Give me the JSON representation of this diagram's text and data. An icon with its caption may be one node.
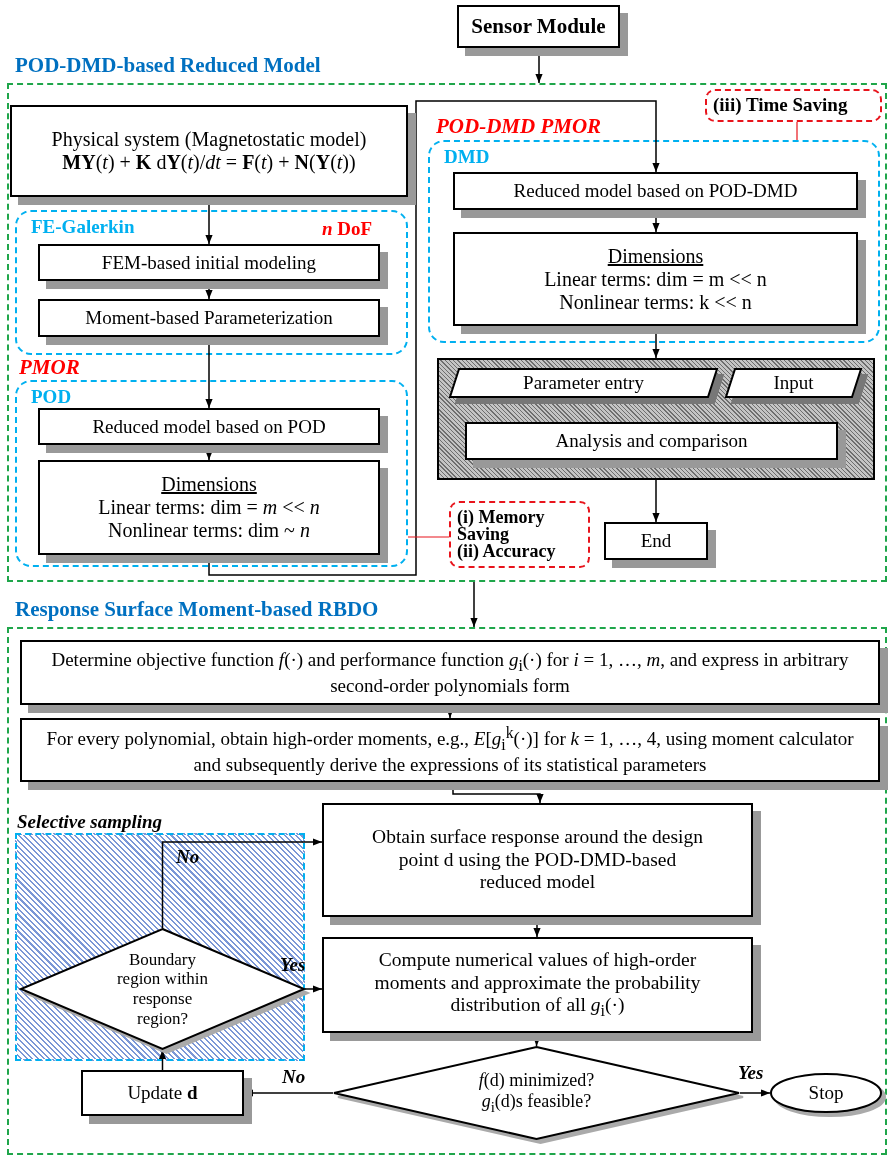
{
  "diagram": {
    "nodes": [
      {
        "text": [
          "Sensor Module"
        ]
      },
      {
        "text": [
          "POD-DMD-based Reduced Model"
        ]
      },
      {
        "text": [
          "Physical system (Magnetostatic model)",
          "**MY**(*t*) + **K** d**Y**(*t*)/*dt* = **F**(*t*) + **N**(**Y**(*t*))"
        ],
        "in": 1
      },
      {
        "text": [
          "FE-Galerkin",
          "*n* DoF"
        ],
        "in": 1
      },
      {
        "text": [
          "FEM-based initial modeling"
        ],
        "in": 3
      },
      {
        "text": [
          "Moment-based Parameterization"
        ],
        "in": 3
      },
      {
        "text": [
          "PMOR",
          "POD"
        ],
        "in": 1
      },
      {
        "text": [
          "Reduced model based on POD"
        ],
        "in": 6
      },
      {
        "text": [
          "Dimensions",
          "Linear terms: dim = *m* << *n*",
          "Nonlinear terms: dim ~ *n*"
        ],
        "in": 6
      },
      {
        "text": [
          "POD-DMD PMOR",
          "DMD"
        ],
        "in": 1
      },
      {
        "text": [
          "Reduced model based on POD-DMD"
        ],
        "in": 9
      },
      {
        "text": [
          "Dimensions",
          "Linear terms: dim = m << n",
          "Nonlinear terms: k << n"
        ],
        "in": 9
      },
      {
        "text": [],
        "shape": "box",
        "in": 1
      },
      {
        "text": [
          "Parameter entry"
        ],
        "in": 12
      },
      {
        "text": [
          "Input"
        ],
        "in": 12
      },
      {
        "text": [
          "Analysis and comparison"
        ],
        "in": 12
      },
      {
        "text": [
          "End"
        ],
        "in": 1
      },
      {
        "text": [
          "(i) Memory Saving",
          "(ii) Accuracy"
        ],
        "in": 1
      },
      {
        "text": [
          "(iii) Time Saving"
        ],
        "in": 1
      },
      {
        "text": [
          "Response Surface Moment-based RBDO"
        ]
      },
      {
        "text": [
          "Determine objective function *f*(·) and performance function *g*$_{i}$(·) for *i* = 1, …, *m*, and express in arbitrary second-order polynomials form"
        ],
        "in": 19
      },
      {
        "text": [
          "For every polynomial, obtain high-order moments, e.g., *E*[*g*$_{i}$$^{k}$(·)] for *k* = 1, …, 4, using moment calculator and subsequently derive the expressions of its statistical parameters"
        ],
        "in": 19
      },
      {
        "text": [
          "Selective sampling"
        ],
        "in": 19
      },
      {
        "text": [
          "Obtain surface response around the design point d using the POD-DMD-based reduced model"
        ],
        "in": 19
      },
      {
        "text": [
          "Boundary region within response region?"
        ],
        "in": 22
      },
      {
        "text": [
          "Compute numerical values of high-order moments and approximate the probability distribution of all *g*$_{i}$(·)"
        ],
        "in": 19
      },
      {
        "text": [
          "*f*(d) minimized? *g*$_{i}$(d)s feasible?"
        ],
        "in": 19
      },
      {
        "text": [
          "Update **d**"
        ],
        "in": 19
      },
      {
        "text": [
          "Stop"
        ],
        "in": 19
      }
    ],
    "edges": [
      {
        "from": 0,
        "to": 1,
        "arrow": "to"
      },
      {
        "from": 2,
        "to": 4,
        "arrow": "to"
      },
      {
        "from": 4,
        "to": 5,
        "arrow": "to"
      },
      {
        "from": 5,
        "to": 7,
        "arrow": "to"
      },
      {
        "from": 7,
        "to": 8,
        "arrow": "to"
      },
      {
        "from": 8,
        "to": 10,
        "arrow": "to"
      },
      {
        "from": 10,
        "to": 11,
        "arrow": "to"
      },
      {
        "from": 11,
        "to": 12,
        "arrow": "to"
      },
      {
        "from": 12,
        "to": 16,
        "arrow": "to"
      },
      {
        "from": 6,
        "to": 17,
        "arrow": "none",
        "color": "#e8141c"
      },
      {
        "from": 18,
        "to": 9,
        "arrow": "none",
        "color": "#e8141c"
      },
      {
        "from": 1,
        "to": 19,
        "arrow": "to"
      },
      {
        "from": 20,
        "to": 21,
        "arrow": "to"
      },
      {
        "from": 21,
        "to": 23,
        "arrow": "to"
      },
      {
        "from": 23,
        "to": 25,
        "arrow": "to"
      },
      {
        "from": 25,
        "to": 26,
        "arrow": "to"
      },
      {
        "from": 26,
        "to": 28,
        "arrow": "to",
        "label": "Yes"
      },
      {
        "from": 26,
        "to": 27,
        "arrow": "to",
        "label": "No"
      },
      {
        "from": 27,
        "to": 24,
        "arrow": "to"
      },
      {
        "from": 24,
        "to": 23,
        "arrow": "to",
        "label": "No"
      },
      {
        "from": 24,
        "to": 25,
        "arrow": "to",
        "label": "Yes"
      }
    ]
  }
}
